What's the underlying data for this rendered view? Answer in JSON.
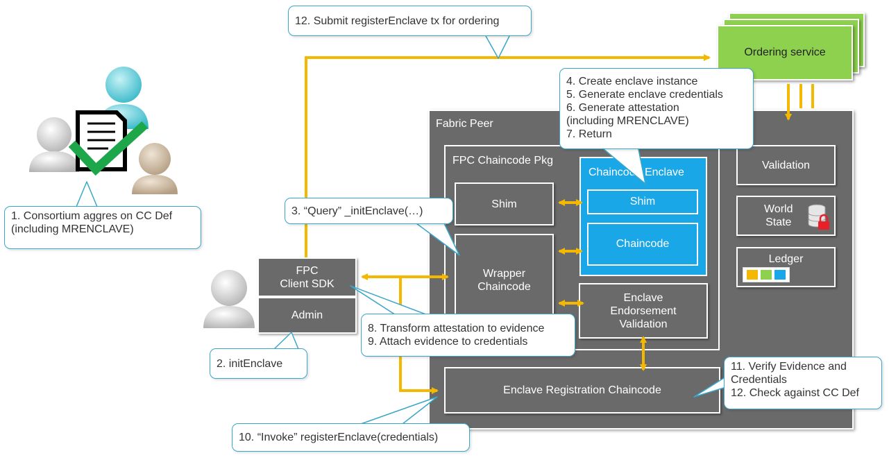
{
  "colors": {
    "arrow": "#f5b800",
    "box": "#6a6a6a",
    "enclave": "#1aa7e8",
    "ordering": "#8dd14f",
    "callout_border": "#3aa6c8"
  },
  "labels": {
    "fabric_peer": "Fabric Peer",
    "fpc_pkg": "FPC Chaincode Pkg",
    "chaincode_enclave": "Chaincode Enclave",
    "shim_left": "Shim",
    "shim_enclave": "Shim",
    "chaincode": "Chaincode",
    "wrapper": "Wrapper\nChaincode",
    "endorsement_validation": "Enclave\nEndorsement\nValidation",
    "validation": "Validation",
    "world_state": "World\nState",
    "ledger": "Ledger",
    "registration": "Enclave Registration Chaincode",
    "client_sdk": "FPC\nClient SDK",
    "admin": "Admin",
    "ordering": "Ordering service"
  },
  "callouts": {
    "c1": "1. Consortium aggres on CC Def\n(including MRENCLAVE)",
    "c2": "2. initEnclave",
    "c3": "3. “Query” _initEnclave(…)",
    "c4": "4. Create enclave instance\n5. Generate enclave credentials\n6. Generate attestation\n(including MRENCLAVE)\n7. Return",
    "c8": "8. Transform attestation to evidence\n9. Attach evidence to credentials",
    "c10": "10. “Invoke” registerEnclave(credentials)",
    "c11": "11. Verify Evidence and\nCredentials\n12. Check against CC Def",
    "c12": "12. Submit registerEnclave tx for ordering"
  },
  "icons": {
    "consortium": "consortium-users-with-approved-document-icon",
    "admin_user": "admin-user-icon",
    "db_lock": "database-lock-icon",
    "ledger_blocks": "ledger-blocks-icon"
  }
}
